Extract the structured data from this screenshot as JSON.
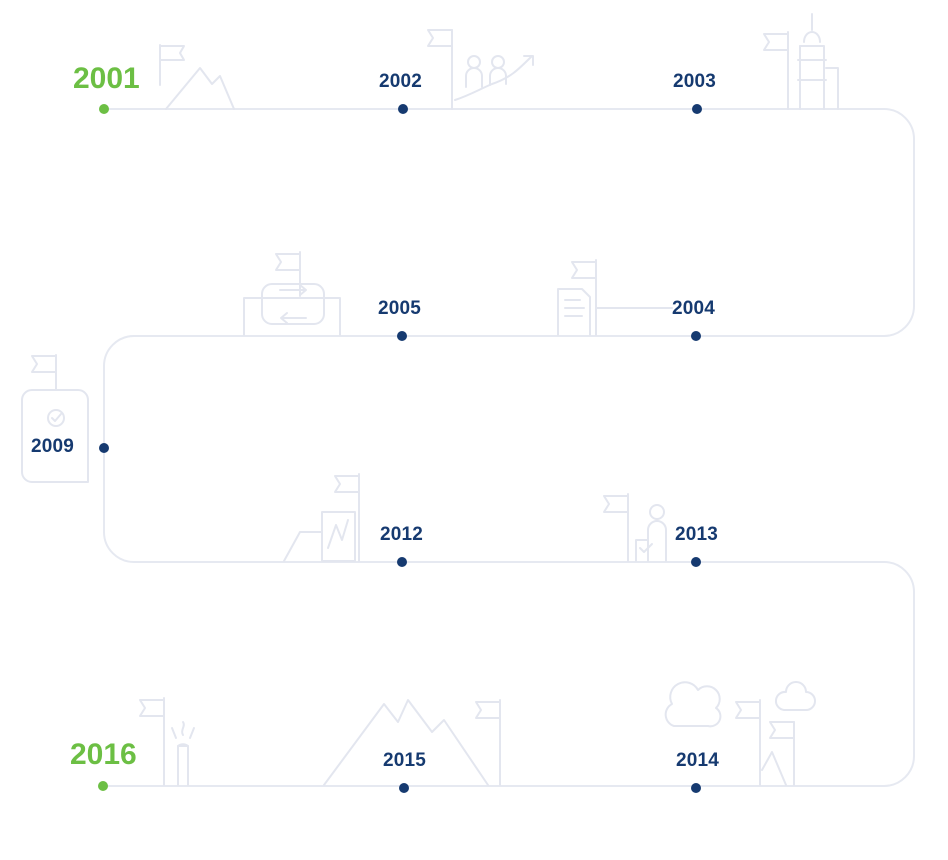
{
  "timeline": {
    "accent_color": "#6cbf44",
    "marker_color": "#163a70",
    "line_color": "#e6e9f1",
    "milestones": [
      {
        "id": "y2001",
        "label": "2001",
        "highlight": true,
        "icon": "mountain-flag-icon"
      },
      {
        "id": "y2002",
        "label": "2002",
        "highlight": false,
        "icon": "people-growth-icon"
      },
      {
        "id": "y2003",
        "label": "2003",
        "highlight": false,
        "icon": "building-flag-icon"
      },
      {
        "id": "y2004",
        "label": "2004",
        "highlight": false,
        "icon": "document-flag-icon"
      },
      {
        "id": "y2005",
        "label": "2005",
        "highlight": false,
        "icon": "cycle-flag-icon"
      },
      {
        "id": "y2009",
        "label": "2009",
        "highlight": false,
        "icon": "certificate-flag-icon"
      },
      {
        "id": "y2012",
        "label": "2012",
        "highlight": false,
        "icon": "chart-flag-icon"
      },
      {
        "id": "y2013",
        "label": "2013",
        "highlight": false,
        "icon": "person-check-icon"
      },
      {
        "id": "y2014",
        "label": "2014",
        "highlight": false,
        "icon": "cloud-flag-icon"
      },
      {
        "id": "y2015",
        "label": "2015",
        "highlight": false,
        "icon": "mountain-peaks-flag-icon"
      },
      {
        "id": "y2016",
        "label": "2016",
        "highlight": true,
        "icon": "torch-flag-icon"
      }
    ]
  }
}
